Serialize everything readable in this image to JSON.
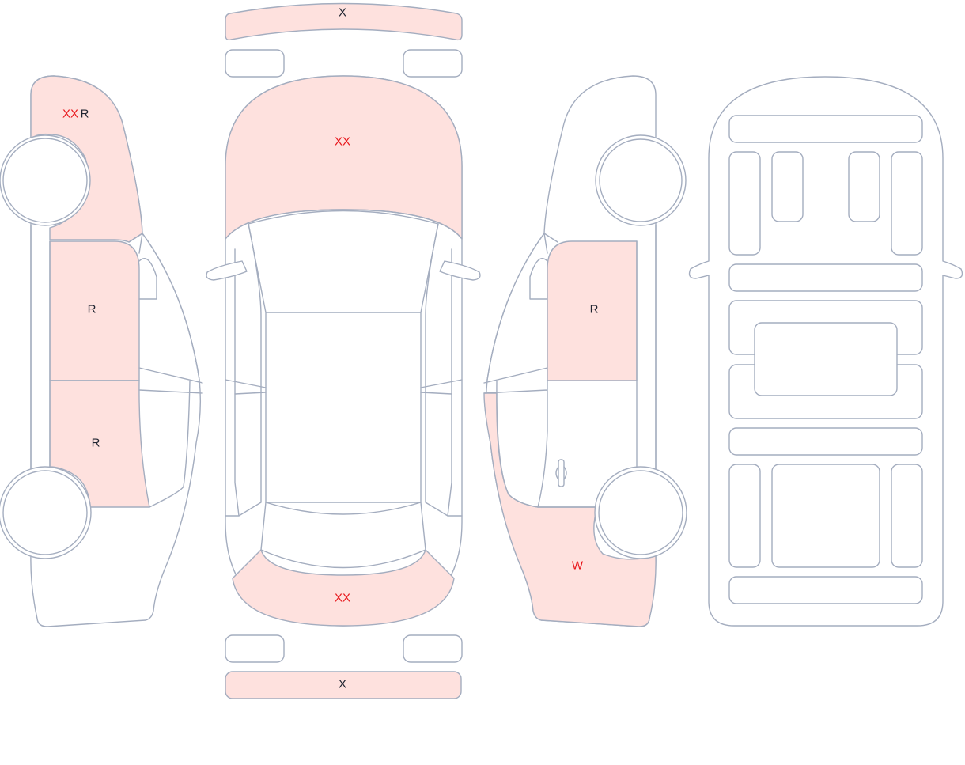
{
  "colors": {
    "damaged_fill": "#fee1de",
    "normal_fill": "#ffffff",
    "outline": "#a4adbf",
    "label_dark": "#1f2430",
    "label_red": "#e8161b"
  },
  "marks": {
    "front_bumper": "X",
    "hood": "XX",
    "trunk": "XX",
    "rear_bumper": "X",
    "left_front_fender": [
      "XX",
      "R"
    ],
    "left_front_door": "R",
    "left_rear_door": "R",
    "right_front_door": "R",
    "right_rear_quarter": "W"
  },
  "views": [
    "left-side",
    "top",
    "right-side",
    "underbody"
  ]
}
